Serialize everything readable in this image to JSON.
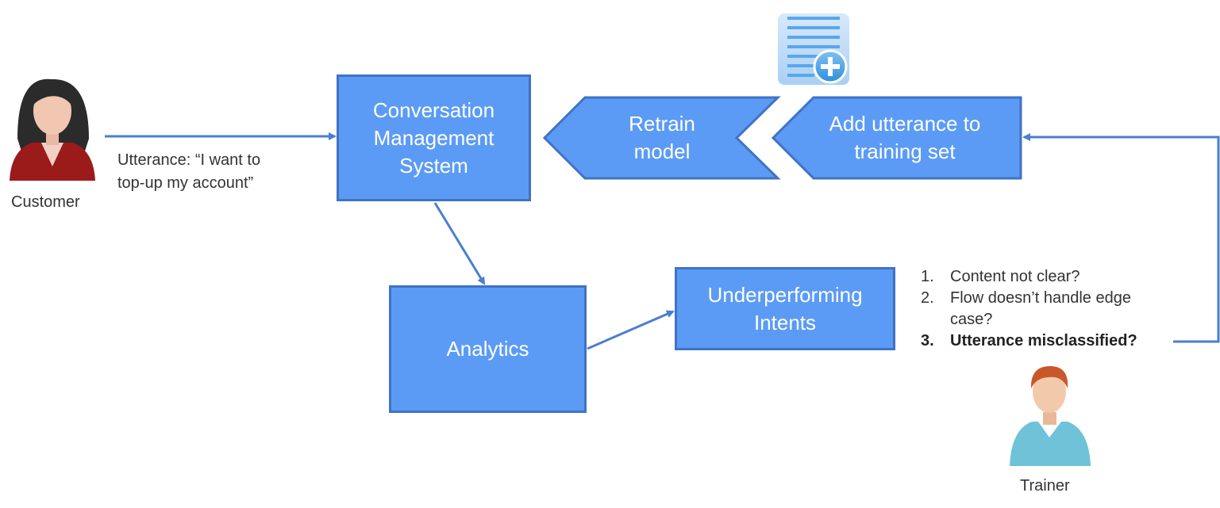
{
  "nodes": {
    "cms": "Conversation Management System",
    "retrain": "Retrain model",
    "add": "Add utterance to training set",
    "analytics": "Analytics",
    "underperforming": "Underperforming Intents"
  },
  "actors": {
    "customer": "Customer",
    "trainer": "Trainer"
  },
  "utterance": {
    "line1": "Utterance: “I want to",
    "line2": "top-up my account”"
  },
  "questions": [
    {
      "num": "1.",
      "text": "Content not clear?"
    },
    {
      "num": "2.",
      "text": "Flow doesn’t handle edge case?"
    },
    {
      "num": "3.",
      "text": "Utterance misclassified?"
    }
  ],
  "colors": {
    "box_fill": "#5b9bf5",
    "box_border": "#3f73c4",
    "arrow": "#4a7fd0",
    "text": "#333333"
  },
  "icons": {
    "customer": "woman-user-icon",
    "trainer": "man-user-icon",
    "document": "document-add-icon"
  }
}
